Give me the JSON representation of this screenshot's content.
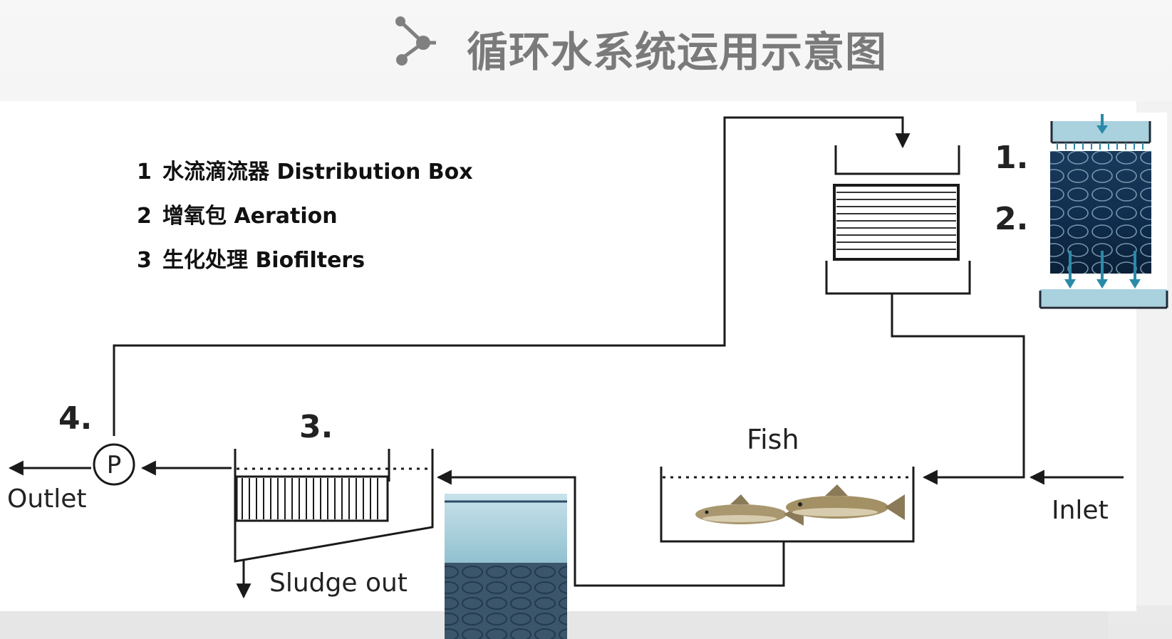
{
  "title": "循环水系统运用示意图",
  "legend": [
    {
      "num": "1",
      "text": "水流滴流器 Distribution Box"
    },
    {
      "num": "2",
      "text": "增氧包 Aeration"
    },
    {
      "num": "3",
      "text": "生化处理 Biofilters"
    }
  ],
  "diagram": {
    "step_1": "1.",
    "step_2": "2.",
    "step_3": "3.",
    "step_4": "4.",
    "pump": "P",
    "outlet": "Outlet",
    "inlet": "Inlet",
    "fish": "Fish",
    "sludge": "Sludge out"
  },
  "colors": {
    "title": "#7a7a7a",
    "line": "#1a1a1a",
    "water_dark": "#0e2a4a",
    "water_light": "#a9d1de",
    "arrow_teal": "#2a8aa8"
  }
}
